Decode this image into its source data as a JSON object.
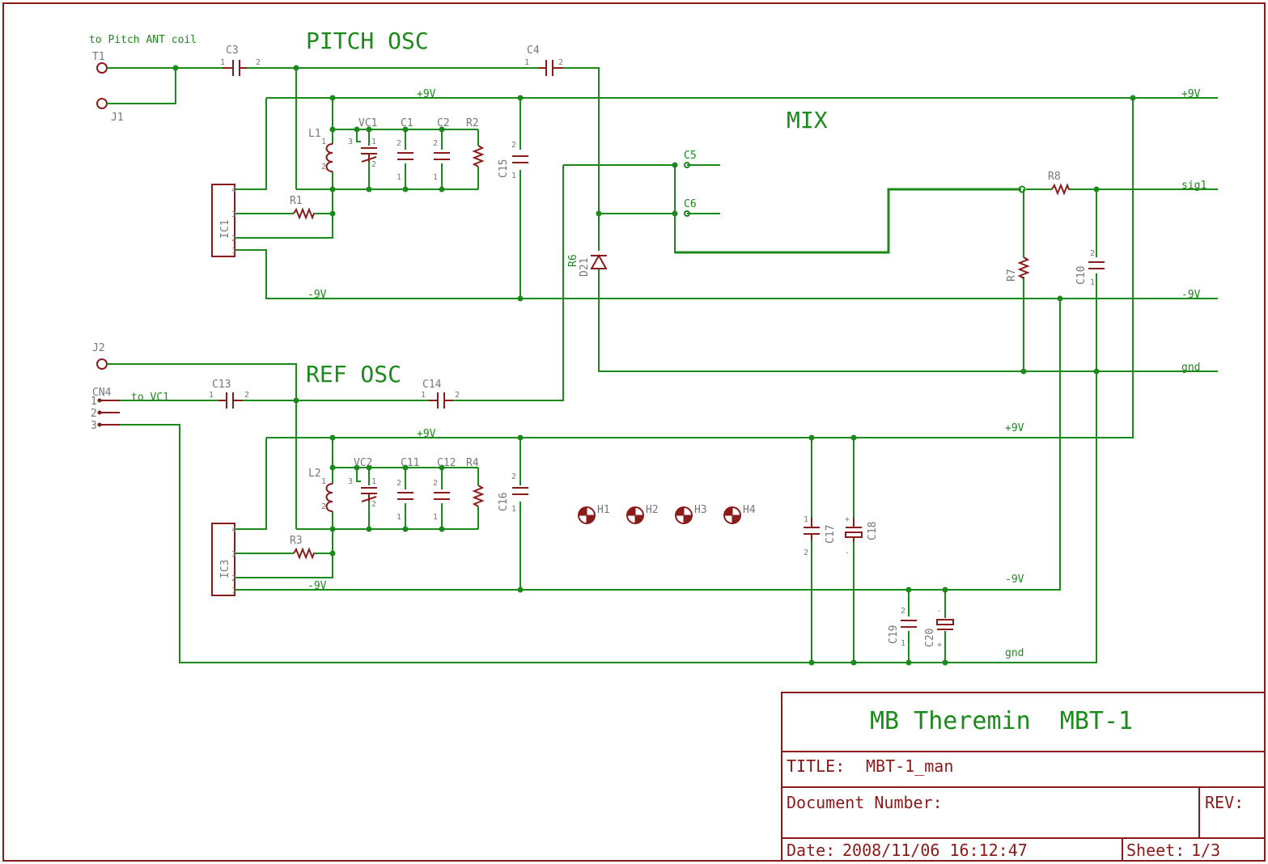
{
  "colors": {
    "wire": "#1a8a1a",
    "part": "#8b1a1a",
    "frame": "#8b1a1a",
    "text_grey": "#777777"
  },
  "sections": {
    "pitch_osc": "PITCH OSC",
    "ref_osc": "REF OSC",
    "mix": "MIX"
  },
  "notes": {
    "pitch_ant": "to Pitch ANT coil",
    "to_vc1": "to VC1"
  },
  "rails": {
    "plus9v": "+9V",
    "minus9v": "-9V",
    "sig1": "sig1",
    "gnd": "gnd"
  },
  "parts": {
    "T1": "T1",
    "J1": "J1",
    "J2": "J2",
    "CN4": "CN4",
    "C3": "C3",
    "C4": "C4",
    "C13": "C13",
    "C14": "C14",
    "L1": "L1",
    "L2": "L2",
    "VC1": "VC1",
    "VC2": "VC2",
    "C1": "C1",
    "C2": "C2",
    "C11": "C11",
    "C12": "C12",
    "R1": "R1",
    "R2": "R2",
    "R3": "R3",
    "R4": "R4",
    "C15": "C15",
    "C16": "C16",
    "IC1": "IC1",
    "IC3": "IC3",
    "C5": "C5",
    "C6": "C6",
    "R6": "R6",
    "D21": "D21",
    "R7": "R7",
    "R8": "R8",
    "C10": "C10",
    "C17": "C17",
    "C18": "C18",
    "C19": "C19",
    "C20": "C20",
    "H1": "H1",
    "H2": "H2",
    "H3": "H3",
    "H4": "H4"
  },
  "title_block": {
    "project": "MB Theremin  MBT-1",
    "title_label": "TITLE:",
    "title_value": "MBT-1_man",
    "docnum_label": "Document Number:",
    "rev_label": "REV:",
    "date_label": "Date:",
    "date_value": "2008/11/06 16:12:47",
    "sheet_label": "Sheet:",
    "sheet_value": "1/3"
  }
}
